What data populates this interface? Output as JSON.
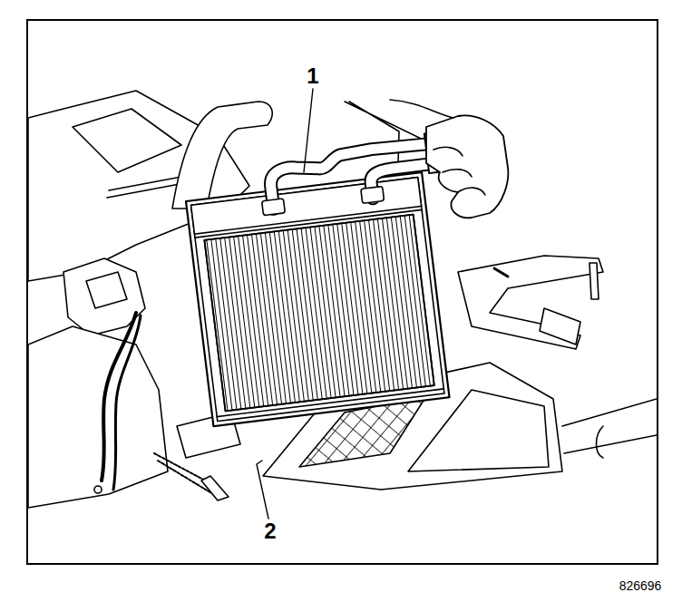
{
  "diagram": {
    "labels": [
      "1",
      "2",
      "826696"
    ]
  }
}
